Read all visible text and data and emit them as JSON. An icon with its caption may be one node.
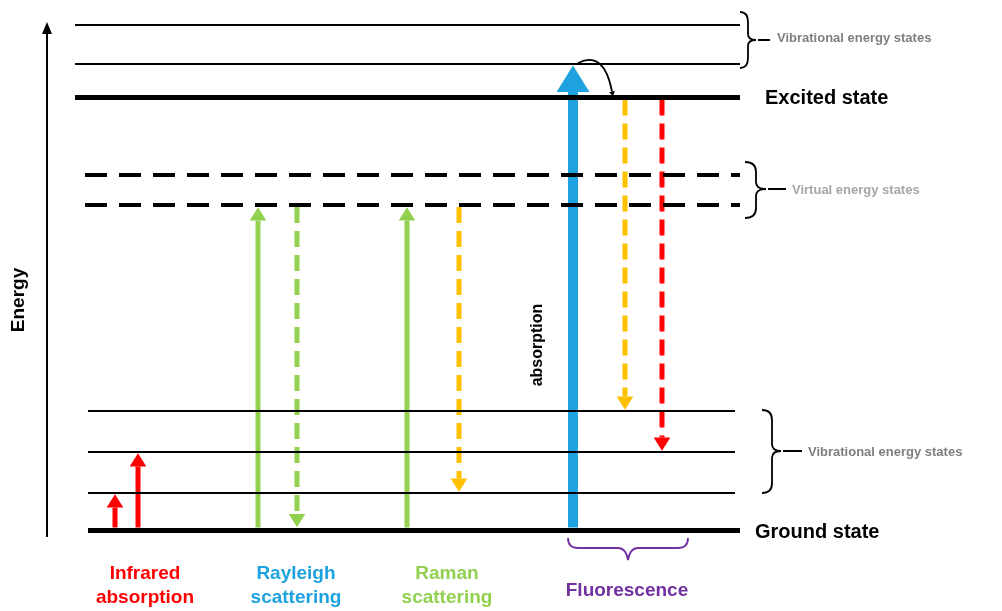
{
  "diagram": {
    "nodes": [
      {
        "text": [],
        "shape": "bar"
      },
      {
        "text": [],
        "shape": "bar"
      },
      {
        "text": [],
        "shape": "bar",
        "beside": [
          "Excited state"
        ]
      },
      {
        "text": [],
        "shape": "bar"
      },
      {
        "text": [],
        "shape": "bar"
      },
      {
        "text": [],
        "shape": "bar"
      },
      {
        "text": [],
        "shape": "bar"
      },
      {
        "text": [],
        "shape": "bar"
      },
      {
        "text": [],
        "shape": "bar",
        "beside": [
          "Ground state"
        ]
      }
    ],
    "edges": [
      {
        "from": 8,
        "to": 7,
        "arrow": "to",
        "color": "#ff0000"
      },
      {
        "from": 8,
        "to": 6,
        "arrow": "to",
        "color": "#ff0000"
      },
      {
        "from": 8,
        "to": 4,
        "arrow": "to",
        "color": "#92d050"
      },
      {
        "from": 4,
        "to": 8,
        "arrow": "to",
        "style": "dashed",
        "color": "#92d050"
      },
      {
        "from": 8,
        "to": 4,
        "arrow": "to",
        "color": "#92d050"
      },
      {
        "from": 4,
        "to": 7,
        "arrow": "to",
        "style": "dashed",
        "color": "#ffc000"
      },
      {
        "from": 8,
        "to": 1,
        "arrow": "to",
        "style": "thick",
        "color": "#1fa3e0",
        "label": "absorption"
      },
      {
        "from": 1,
        "to": 2,
        "arrow": "to",
        "color": "#000000"
      },
      {
        "from": 2,
        "to": 5,
        "arrow": "to",
        "style": "dashed",
        "color": "#ffc000"
      },
      {
        "from": 2,
        "to": 6,
        "arrow": "to",
        "style": "dashed",
        "color": "#ff0000"
      }
    ],
    "labels": [
      "Vibrational energy states",
      "Virtual energy states",
      "Energy",
      "Vibrational energy states",
      "Infrared absorption",
      "Rayleigh scattering",
      "Raman scattering",
      "Fluorescence"
    ]
  }
}
